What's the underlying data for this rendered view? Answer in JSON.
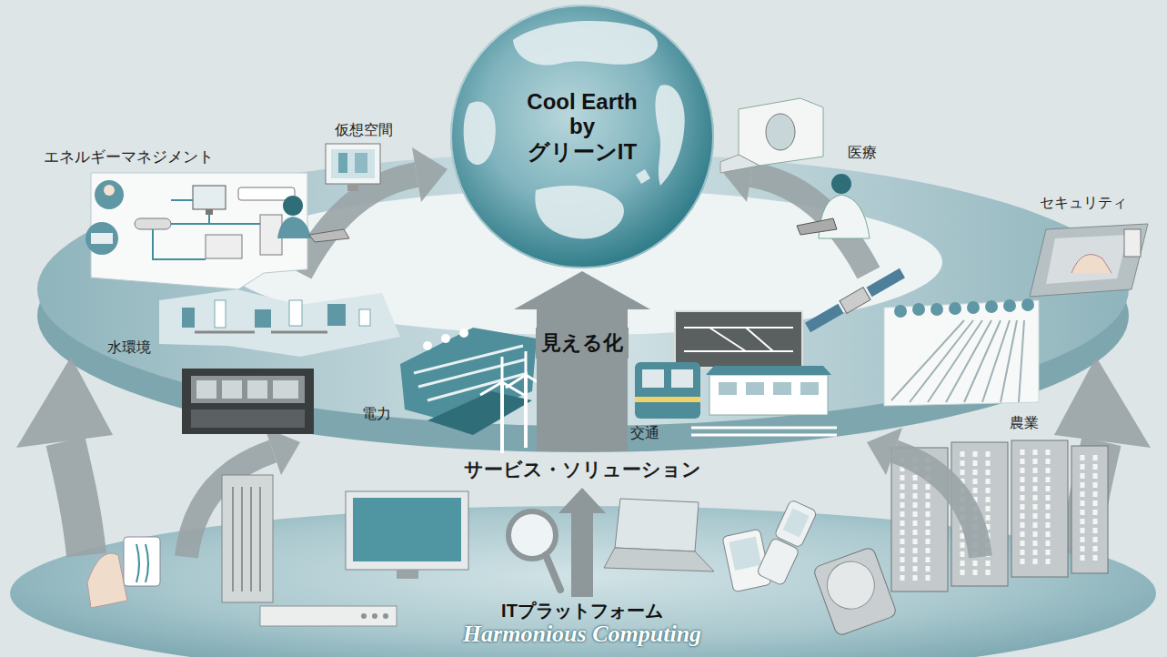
{
  "diagram": {
    "nodes": [
      {
        "text": [
          "Cool Earth by グリーンIT"
        ]
      },
      {
        "text": [
          "サービス・ソリューション"
        ]
      },
      {
        "text": [
          "ITプラットフォーム",
          "Harmonious Computing"
        ]
      }
    ],
    "edges": [
      {
        "from": 2,
        "to": 1,
        "arrow": "to"
      },
      {
        "from": 1,
        "to": 0,
        "arrow": "to",
        "label": "見える化"
      }
    ],
    "labels": [
      "エネルギーマネジメント",
      "仮想空間",
      "医療",
      "セキュリティ",
      "水環境",
      "電力",
      "交通",
      "農業"
    ]
  }
}
